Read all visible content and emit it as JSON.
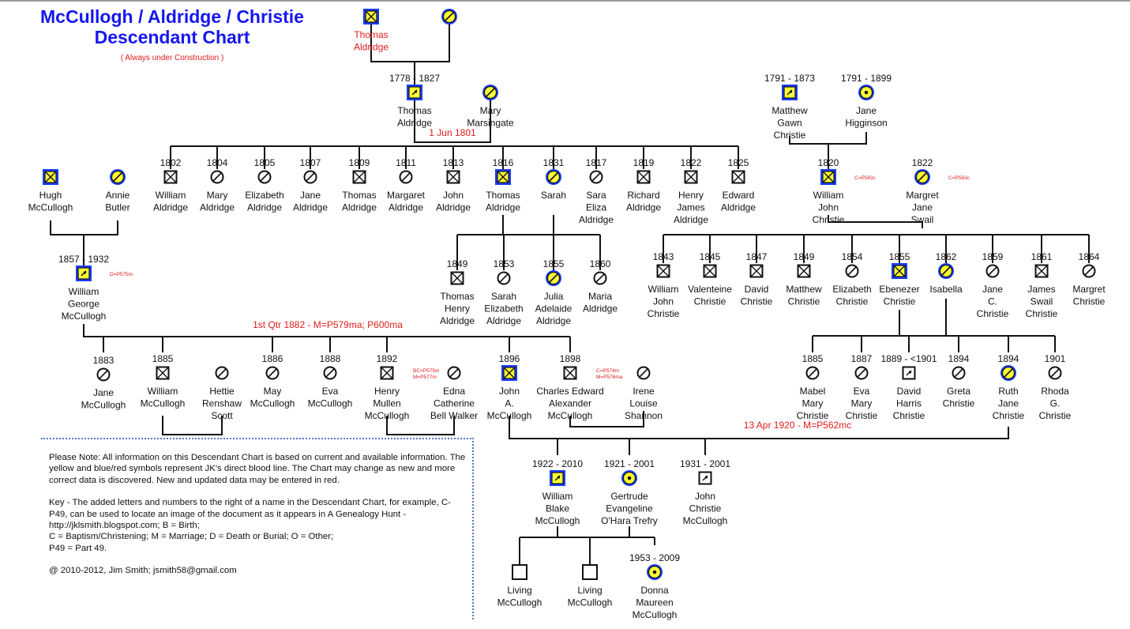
{
  "header": {
    "title_line1": "McCullogh / Aldridge / Christie",
    "title_line2": "Descendant Chart",
    "subtitle": "( Always under Construction )"
  },
  "note": {
    "para1": "Please Note: All information on this Descendant Chart is based on current and available information. The yellow and blue/red symbols represent JK's direct blood line.  The Chart may change as new and more correct data is discovered. New and updated data may be entered in red.",
    "para2": "Key - The added letters and numbers to the right of a name in the Descendant Chart, for example, C-P49, can be used to locate an image of the document as  it appears in A Genealogy Hunt - http://jklsmith.blogspot.com; B = Birth;\nC = Baptism/Christening; M = Marriage; D = Death or Burial;  O = Other;\nP49 = Part 49.",
    "para3": "@ 2010-2012, Jim Smith; jsmith58@gmail.com"
  },
  "colors": {
    "line": "#111111",
    "highlight_fill": "#ffff33",
    "highlight_border": "#1a3cff",
    "red_text": "#e01b1b",
    "title_blue": "#1616f0"
  },
  "marriages": [
    "1 Jun 1801",
    "1st Qtr 1882 - M=P579ma; P600ma",
    "13 Apr 1920 - M=P562mc"
  ],
  "people": [
    {
      "id": "thomas_sr",
      "name": [
        "Thomas",
        "Aldridge"
      ],
      "date": "",
      "sym": "male",
      "hl": true,
      "red": true
    },
    {
      "id": "wife_sr",
      "name": [],
      "date": "",
      "sym": "female",
      "hl": true
    },
    {
      "id": "thomas_1778",
      "name": [
        "Thomas",
        "Aldridge"
      ],
      "date": "1778 - 1827",
      "sym": "male-d",
      "hl": true
    },
    {
      "id": "mary_mars",
      "name": [
        "Mary",
        "Marsingate"
      ],
      "date": "",
      "sym": "female",
      "hl": true
    },
    {
      "id": "matthew",
      "name": [
        "Matthew",
        "Gawn",
        "Christie"
      ],
      "date": "1791 - 1873",
      "sym": "male-d",
      "hl": true
    },
    {
      "id": "jane_higg",
      "name": [
        "Jane",
        "Higginson"
      ],
      "date": "1791 - 1899",
      "sym": "female-d",
      "hl": true
    },
    {
      "id": "hugh",
      "name": [
        "Hugh",
        "McCullogh"
      ],
      "date": "",
      "sym": "male",
      "hl": true
    },
    {
      "id": "annie",
      "name": [
        "Annie",
        "Butler"
      ],
      "date": "",
      "sym": "female",
      "hl": true
    },
    {
      "id": "william_a",
      "name": [
        "William",
        "Aldridge"
      ],
      "date": "1802",
      "sym": "male"
    },
    {
      "id": "mary_a",
      "name": [
        "Mary",
        "Aldridge"
      ],
      "date": "1804",
      "sym": "female"
    },
    {
      "id": "elizabeth_a",
      "name": [
        "Elizabeth",
        "Aldridge"
      ],
      "date": "1805",
      "sym": "female"
    },
    {
      "id": "jane_a",
      "name": [
        "Jane",
        "Aldridge"
      ],
      "date": "1807",
      "sym": "female"
    },
    {
      "id": "thomas_a",
      "name": [
        "Thomas",
        "Aldridge"
      ],
      "date": "1809",
      "sym": "male"
    },
    {
      "id": "margaret_a",
      "name": [
        "Margaret",
        "Aldridge"
      ],
      "date": "1811",
      "sym": "female"
    },
    {
      "id": "john_a",
      "name": [
        "John",
        "Aldridge"
      ],
      "date": "1813",
      "sym": "male"
    },
    {
      "id": "thomas_1816",
      "name": [
        "Thomas",
        "Aldridge"
      ],
      "date": "1816",
      "sym": "male",
      "hl": true
    },
    {
      "id": "sarah_1831",
      "name": [
        "Sarah"
      ],
      "date": "1831",
      "sym": "female",
      "hl": true
    },
    {
      "id": "sara_eliza",
      "name": [
        "Sara",
        "Eliza",
        "Aldridge"
      ],
      "date": "1817",
      "sym": "female"
    },
    {
      "id": "richard_a",
      "name": [
        "Richard",
        "Aldridge"
      ],
      "date": "1819",
      "sym": "male"
    },
    {
      "id": "henry_james",
      "name": [
        "Henry",
        "James",
        "Aldridge"
      ],
      "date": "1822",
      "sym": "male"
    },
    {
      "id": "edward_a",
      "name": [
        "Edward",
        "Aldridge"
      ],
      "date": "1825",
      "sym": "male"
    },
    {
      "id": "william_john_c",
      "name": [
        "William",
        "John",
        "Christie"
      ],
      "date": "1820",
      "sym": "male",
      "hl": true,
      "ref": "C=P563c"
    },
    {
      "id": "margret_swail",
      "name": [
        "Margret",
        "Jane",
        "Swail"
      ],
      "date": "1822",
      "sym": "female",
      "hl": true,
      "ref": "C=P563c"
    },
    {
      "id": "william_george",
      "name": [
        "William",
        "George",
        "McCullogh"
      ],
      "date": "1857 - 1932",
      "sym": "male-d",
      "hl": true,
      "ref": "D=P575m"
    },
    {
      "id": "thomas_henry",
      "name": [
        "Thomas",
        "Henry",
        "Aldridge"
      ],
      "date": "1849",
      "sym": "male"
    },
    {
      "id": "sarah_eliz",
      "name": [
        "Sarah",
        "Elizabeth",
        "Aldridge"
      ],
      "date": "1853",
      "sym": "female"
    },
    {
      "id": "julia",
      "name": [
        "Julia",
        "Adelaide",
        "Aldridge"
      ],
      "date": "1855",
      "sym": "female",
      "hl": true
    },
    {
      "id": "maria",
      "name": [
        "Maria",
        "Aldridge"
      ],
      "date": "1860",
      "sym": "female"
    },
    {
      "id": "william_jc2",
      "name": [
        "William",
        "John",
        "Christie"
      ],
      "date": "1843",
      "sym": "male"
    },
    {
      "id": "valenteine",
      "name": [
        "Valenteine",
        "Christie"
      ],
      "date": "1845",
      "sym": "male"
    },
    {
      "id": "david_c",
      "name": [
        "David",
        "Christie"
      ],
      "date": "1847",
      "sym": "male"
    },
    {
      "id": "matthew_c2",
      "name": [
        "Matthew",
        "Christie"
      ],
      "date": "1849",
      "sym": "male"
    },
    {
      "id": "elizabeth_c",
      "name": [
        "Elizabeth",
        "Christie"
      ],
      "date": "1854",
      "sym": "female"
    },
    {
      "id": "ebenezer",
      "name": [
        "Ebenezer",
        "Christie"
      ],
      "date": "1855",
      "sym": "male",
      "hl": true
    },
    {
      "id": "isabella",
      "name": [
        "Isabella"
      ],
      "date": "1862",
      "sym": "female",
      "hl": true
    },
    {
      "id": "jane_cc",
      "name": [
        "Jane",
        "C.",
        "Christie"
      ],
      "date": "1859",
      "sym": "female"
    },
    {
      "id": "james_swail",
      "name": [
        "James",
        "Swail",
        "Christie"
      ],
      "date": "1861",
      "sym": "male"
    },
    {
      "id": "margret_c",
      "name": [
        "Margret",
        "Christie"
      ],
      "date": "1864",
      "sym": "female"
    },
    {
      "id": "jane_mc",
      "name": [
        "Jane",
        "McCullogh"
      ],
      "date": "1883",
      "sym": "female"
    },
    {
      "id": "william_mc",
      "name": [
        "William",
        "McCullogh"
      ],
      "date": "1885",
      "sym": "male"
    },
    {
      "id": "hettie",
      "name": [
        "Hettie",
        "Renshaw",
        "Scott"
      ],
      "date": "",
      "sym": "female"
    },
    {
      "id": "may_mc",
      "name": [
        "May",
        "McCullogh"
      ],
      "date": "1886",
      "sym": "female"
    },
    {
      "id": "eva_mc",
      "name": [
        "Eva",
        "McCullogh"
      ],
      "date": "1888",
      "sym": "female"
    },
    {
      "id": "henry_mullen",
      "name": [
        "Henry",
        "Mullen",
        "McCullogh"
      ],
      "date": "1892",
      "sym": "male",
      "ref": "BC=P575m\nM=P577m"
    },
    {
      "id": "edna",
      "name": [
        "Edna",
        "Catherine",
        "Bell Walker"
      ],
      "date": "",
      "sym": "female"
    },
    {
      "id": "john_a_mc",
      "name": [
        "John",
        "A.",
        "McCullogh"
      ],
      "date": "1896",
      "sym": "male",
      "hl": true
    },
    {
      "id": "charles_edward",
      "name": [
        "Charles Edward",
        "Alexander",
        "McCullogh"
      ],
      "date": "1898",
      "sym": "male",
      "ref": "C=P574m\nM=P576ma"
    },
    {
      "id": "irene",
      "name": [
        "Irene",
        "Louise",
        "Shannon"
      ],
      "date": "",
      "sym": "female"
    },
    {
      "id": "mabel",
      "name": [
        "Mabel",
        "Mary",
        "Christie"
      ],
      "date": "1885",
      "sym": "female"
    },
    {
      "id": "eva_mary",
      "name": [
        "Eva",
        "Mary",
        "Christie"
      ],
      "date": "1887",
      "sym": "female"
    },
    {
      "id": "david_harris",
      "name": [
        "David",
        "Harris",
        "Christie"
      ],
      "date": "1889 - <1901",
      "sym": "male-d"
    },
    {
      "id": "greta",
      "name": [
        "Greta",
        "Christie"
      ],
      "date": "1894",
      "sym": "female"
    },
    {
      "id": "ruth_jane",
      "name": [
        "Ruth",
        "Jane",
        "Christie"
      ],
      "date": "1894",
      "sym": "female",
      "hl": true
    },
    {
      "id": "rhoda",
      "name": [
        "Rhoda",
        "G.",
        "Christie"
      ],
      "date": "1901",
      "sym": "female"
    },
    {
      "id": "william_blake",
      "name": [
        "William",
        "Blake",
        "McCullogh"
      ],
      "date": "1922 - 2010",
      "sym": "male-d",
      "hl": true
    },
    {
      "id": "gertrude",
      "name": [
        "Gertrude",
        "Evangeline",
        "O'Hara Trefry"
      ],
      "date": "1921 - 2001",
      "sym": "female-d",
      "hl": true
    },
    {
      "id": "john_christie_mc",
      "name": [
        "John",
        "Christie",
        "McCullogh"
      ],
      "date": "1931 - 2001",
      "sym": "male-d"
    },
    {
      "id": "living1",
      "name": [
        "Living",
        "McCullogh"
      ],
      "date": "",
      "sym": "male-l"
    },
    {
      "id": "living2",
      "name": [
        "Living",
        "McCullogh"
      ],
      "date": "",
      "sym": "male-l"
    },
    {
      "id": "donna",
      "name": [
        "Donna",
        "Maureen",
        "McCullogh"
      ],
      "date": "1953 - 2009",
      "sym": "female-d",
      "hl": true
    }
  ]
}
